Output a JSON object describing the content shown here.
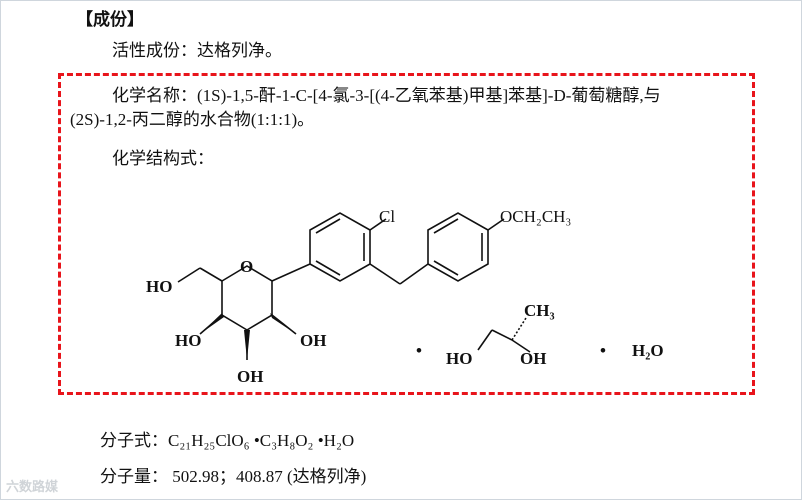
{
  "section": {
    "heading": "【成份】"
  },
  "active_ingredient": "活性成份：达格列净。",
  "chemical_name": {
    "line1": "化学名称：(1S)-1,5-酐-1-C-[4-氯-3-[(4-乙氧苯基)甲基]苯基]-D-葡萄糖醇,与",
    "line2": "(2S)-1,2-丙二醇的水合物(1:1:1)。"
  },
  "structure_label": "化学结构式：",
  "structure_labels": {
    "cl": "Cl",
    "ethoxy": "OCH₂CH₃",
    "ho_top": "HO",
    "o_ring": "O",
    "ho_left": "HO",
    "oh_right": "OH",
    "oh_bottom": "OH",
    "dot1": "•",
    "ch3": "CH₃",
    "ho_pd": "HO",
    "oh_pd": "OH",
    "dot2": "•",
    "water": "H₂O"
  },
  "molecular_formula": "分子式：C₂₁H₂₅ClO₆ •C₃H₈O₂ •H₂O",
  "molecular_weight": "分子量： 502.98；408.87 (达格列净)",
  "watermark": "六数路媒"
}
